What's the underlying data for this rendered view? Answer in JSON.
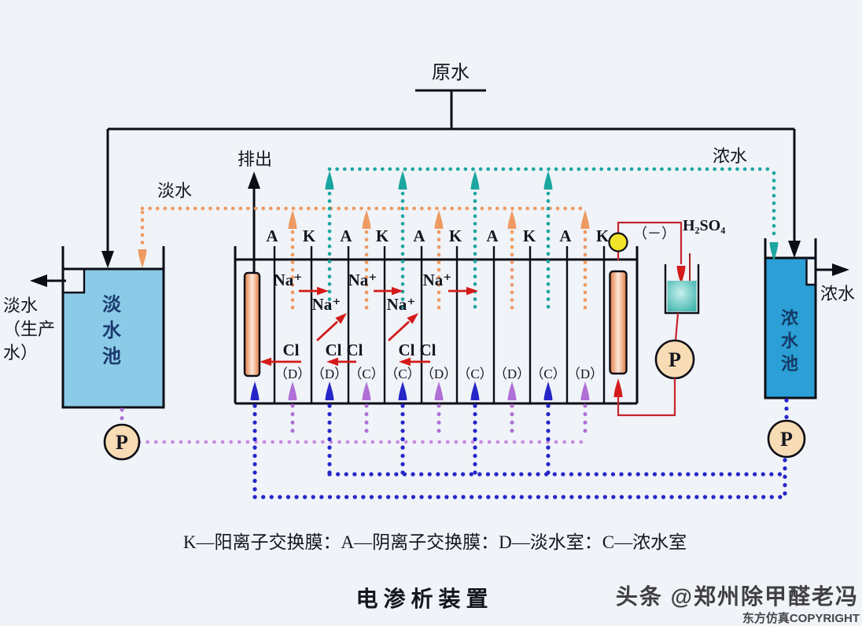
{
  "title": {
    "text": "电渗析装置"
  },
  "legend": {
    "text": "K—阳离子交换膜：A—阴离子交换膜：D—淡水室：C—浓水室"
  },
  "top": {
    "raw_water": "原水",
    "discharge": "排出",
    "fresh_line": "淡水",
    "conc_line": "浓水"
  },
  "left_tank": {
    "name_chars": [
      "淡",
      "水",
      "池"
    ],
    "out_lines": [
      "淡水",
      "（生产",
      "水）"
    ],
    "pump_label": "P"
  },
  "right_tank": {
    "name_chars": [
      "浓",
      "水",
      "池"
    ],
    "out_label": "浓水",
    "pump_label": "P"
  },
  "stack": {
    "membrane_labels": [
      "A",
      "K",
      "A",
      "K",
      "A",
      "K",
      "A",
      "K",
      "A",
      "K"
    ],
    "chamber_labels": [
      "（D）",
      "（D）",
      "（C）",
      "（C）",
      "（D）",
      "（C）",
      "（D）",
      "（C）",
      "（D）"
    ]
  },
  "ions": {
    "na_row1": [
      "Na⁺",
      "Na⁺",
      "Na⁺"
    ],
    "na_row2": [
      "Na⁺",
      "Na⁺"
    ],
    "cl": [
      "Cl",
      "Cl",
      "Cl",
      "Cl",
      "Cl"
    ]
  },
  "circuit": {
    "terminal": "（－）",
    "acid": "H₂SO₄",
    "pump_label": "P"
  },
  "watermark": {
    "line1": "头条 @郑州除甲醛老冯",
    "line2": "东方仿真COPYRIGHT"
  },
  "colors": {
    "background": "#f0f3f8",
    "fresh_water": "#8ccbe7",
    "concentrated_water": "#2b9fd6",
    "orange_flow": "#ee9a62",
    "teal_flow": "#1ba6a0",
    "blue_flow": "#2626c8",
    "purple_flow": "#b06fd6",
    "red_ion": "#d41a1a",
    "red_wire": "#c5252b",
    "pump_fill": "#f8dcb5",
    "terminal_yellow": "#f2e32b",
    "electrode_edge": "#e07840",
    "electrode_center": "#fde8d8",
    "line_black": "#0d0d16",
    "tank_text_navy": "#1c3b70",
    "watermark_gray": "#3f3f44"
  }
}
